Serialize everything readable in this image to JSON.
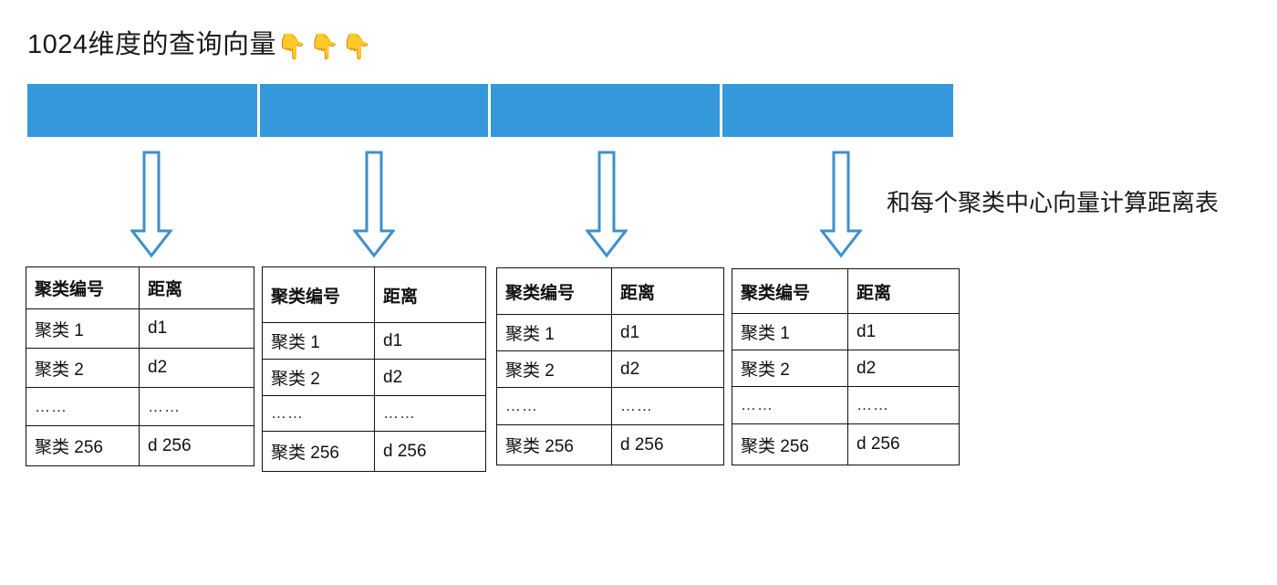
{
  "title": {
    "text": "1024维度的查询向量",
    "emoji": "👇👇👇"
  },
  "vector_bar": {
    "label": "query-vector-bar",
    "color": "#3498db",
    "segments": [
      "segment-1",
      "segment-2",
      "segment-3",
      "segment-4"
    ]
  },
  "arrows": {
    "count": 4,
    "stroke_color": "#3f8fcb",
    "fill_color": "#ffffff",
    "direction": "down"
  },
  "side_caption": {
    "text": "和每个聚类中心向量计算距离表"
  },
  "table_headers": {
    "cluster_id": "聚类编号",
    "distance": "距离"
  },
  "table_rows": [
    {
      "cluster": "聚类 1",
      "distance": "d1"
    },
    {
      "cluster": "聚类 2",
      "distance": "d2"
    },
    {
      "cluster": "……",
      "distance": "……"
    },
    {
      "cluster": "聚类 256",
      "distance": "d 256"
    }
  ],
  "tables": [
    {
      "name": "distance-table-1"
    },
    {
      "name": "distance-table-2"
    },
    {
      "name": "distance-table-3"
    },
    {
      "name": "distance-table-4"
    }
  ]
}
